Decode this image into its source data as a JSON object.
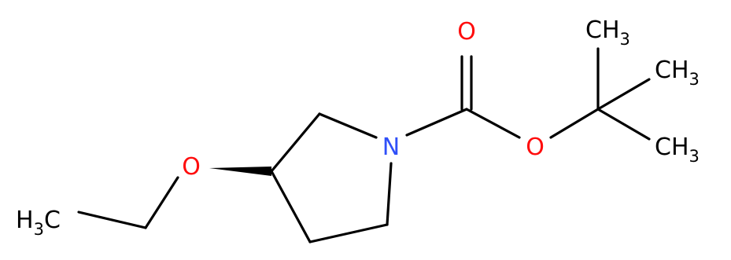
{
  "molecule": {
    "atoms": {
      "oxygen_carbonyl": "O",
      "oxygen_ester": "O",
      "oxygen_ether": "O",
      "nitrogen": "N",
      "methyl_1": {
        "main": "CH",
        "sub": "3"
      },
      "methyl_2": {
        "main": "CH",
        "sub": "3"
      },
      "methyl_3": {
        "main": "CH",
        "sub": "3"
      },
      "methyl_ethyl": {
        "main": "H",
        "sub": "3",
        "tail": "C"
      }
    },
    "colors": {
      "oxygen": "#ff0d0d",
      "nitrogen": "#3050f8",
      "carbon": "#000000"
    }
  }
}
